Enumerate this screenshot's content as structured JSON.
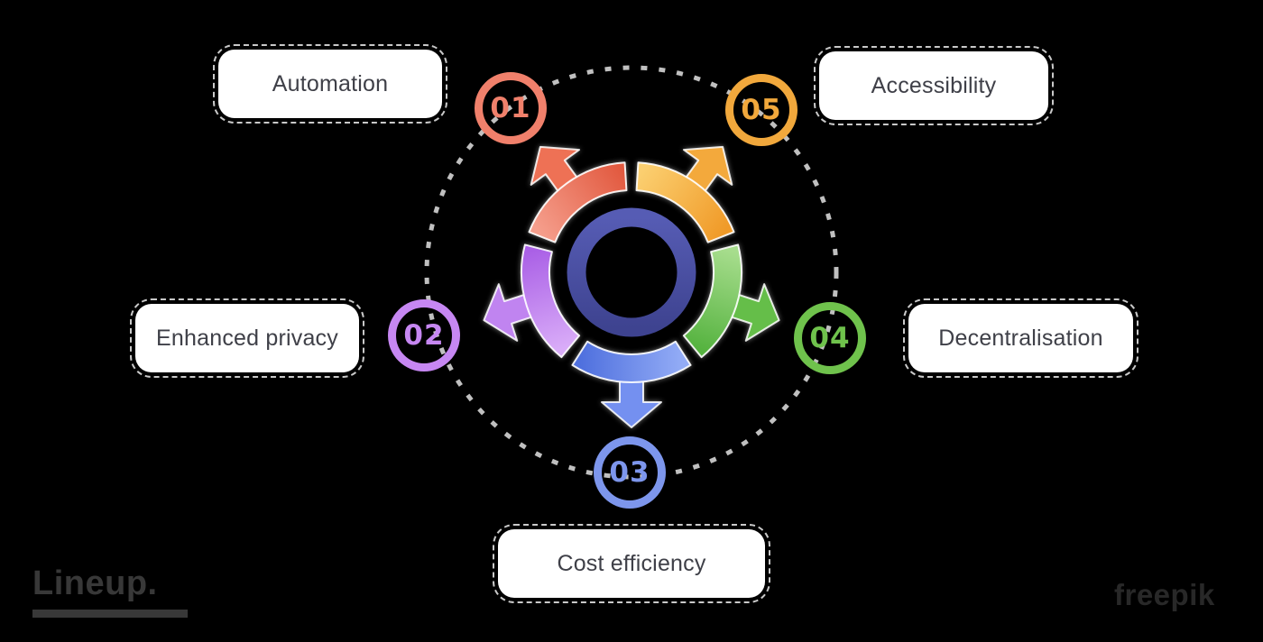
{
  "items": [
    {
      "number": "01",
      "label": "Automation",
      "color": "#F0806B",
      "light": "#F59E8C",
      "dark": "#E25A40",
      "arrow": "#EE7155"
    },
    {
      "number": "02",
      "label": "Enhanced privacy",
      "color": "#C687F2",
      "light": "#D9ACF8",
      "dark": "#AA60E6",
      "arrow": "#C084F0"
    },
    {
      "number": "03",
      "label": "Cost efficiency",
      "color": "#7D96EC",
      "light": "#93ACF6",
      "dark": "#4F70DE",
      "arrow": "#7490F0"
    },
    {
      "number": "04",
      "label": "Decentralisation",
      "color": "#6FC24C",
      "light": "#A7DD8D",
      "dark": "#56B340",
      "arrow": "#65BE49"
    },
    {
      "number": "05",
      "label": "Accessibility",
      "color": "#F1A83C",
      "light": "#FBCF70",
      "dark": "#F09A28",
      "arrow": "#F3A93C"
    }
  ],
  "colors": {
    "background": "#000000",
    "inner_ring_dark": "#3E4390",
    "inner_ring_light": "#565CB4",
    "dashed_circle": "#D5D5D5",
    "box_background": "#FFFFFF",
    "box_text": "#3F4048",
    "watermark_left": "#383838",
    "watermark_right": "#282828"
  },
  "watermark_left": {
    "text": "Lineup."
  },
  "watermark_right": {
    "text": "freepik"
  }
}
